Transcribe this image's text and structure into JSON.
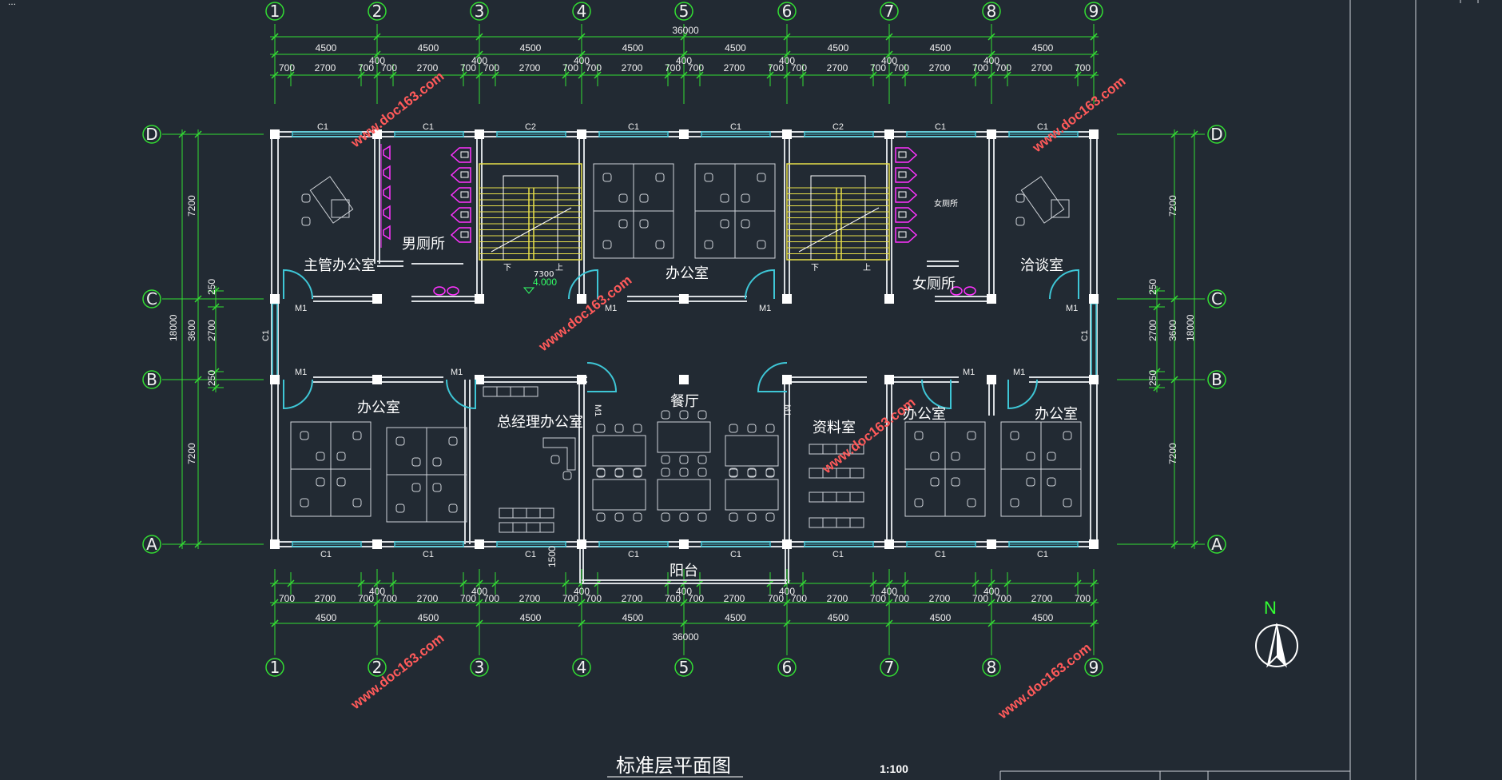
{
  "top_left_text": "…",
  "drawing": {
    "title": "标准层平面图",
    "scale": "1:100",
    "north": "N",
    "watermark": "www.doc163.com",
    "grid_x_labels": [
      "1",
      "2",
      "3",
      "4",
      "5",
      "6",
      "7",
      "8",
      "9"
    ],
    "grid_y_labels": [
      "D",
      "C",
      "B",
      "A"
    ],
    "overall_dim": "36000",
    "bay_dims": [
      "4500",
      "4500",
      "4500",
      "4500",
      "4500",
      "4500",
      "4500",
      "4500"
    ],
    "sub_dims": {
      "a": "700",
      "b": "2700",
      "c": "700",
      "col": "400"
    },
    "side_dims": {
      "total": "18000",
      "bay_top": "7200",
      "bay_bottom": "7200",
      "corridor": "3600",
      "corr_inner": "2700",
      "corr_edge": "250"
    },
    "balcony_depth": "1500",
    "stair_level": "4.000",
    "stair_width": "7300",
    "stair_down": "下",
    "stair_up": "上",
    "windows_top": [
      "C1",
      "C1",
      "C2",
      "C1",
      "C1",
      "C2",
      "C1",
      "C1"
    ],
    "windows_bottom": [
      "C1",
      "C1",
      "C1",
      "C1",
      "C1",
      "C1",
      "C1",
      "C1"
    ],
    "window_side": "C1",
    "door_label": "M1",
    "rooms": {
      "supervisor_office": "主管办公室",
      "mens_toilet": "男厕所",
      "office_mid": "办公室",
      "womens_toilet": "女厕所",
      "womens_small": "女厕所",
      "meeting_room": "洽谈室",
      "office_bl": "办公室",
      "gm_office": "总经理办公室",
      "dining": "餐厅",
      "archive": "资料室",
      "office_b7": "办公室",
      "office_b8": "办公室",
      "balcony": "阳台"
    }
  }
}
